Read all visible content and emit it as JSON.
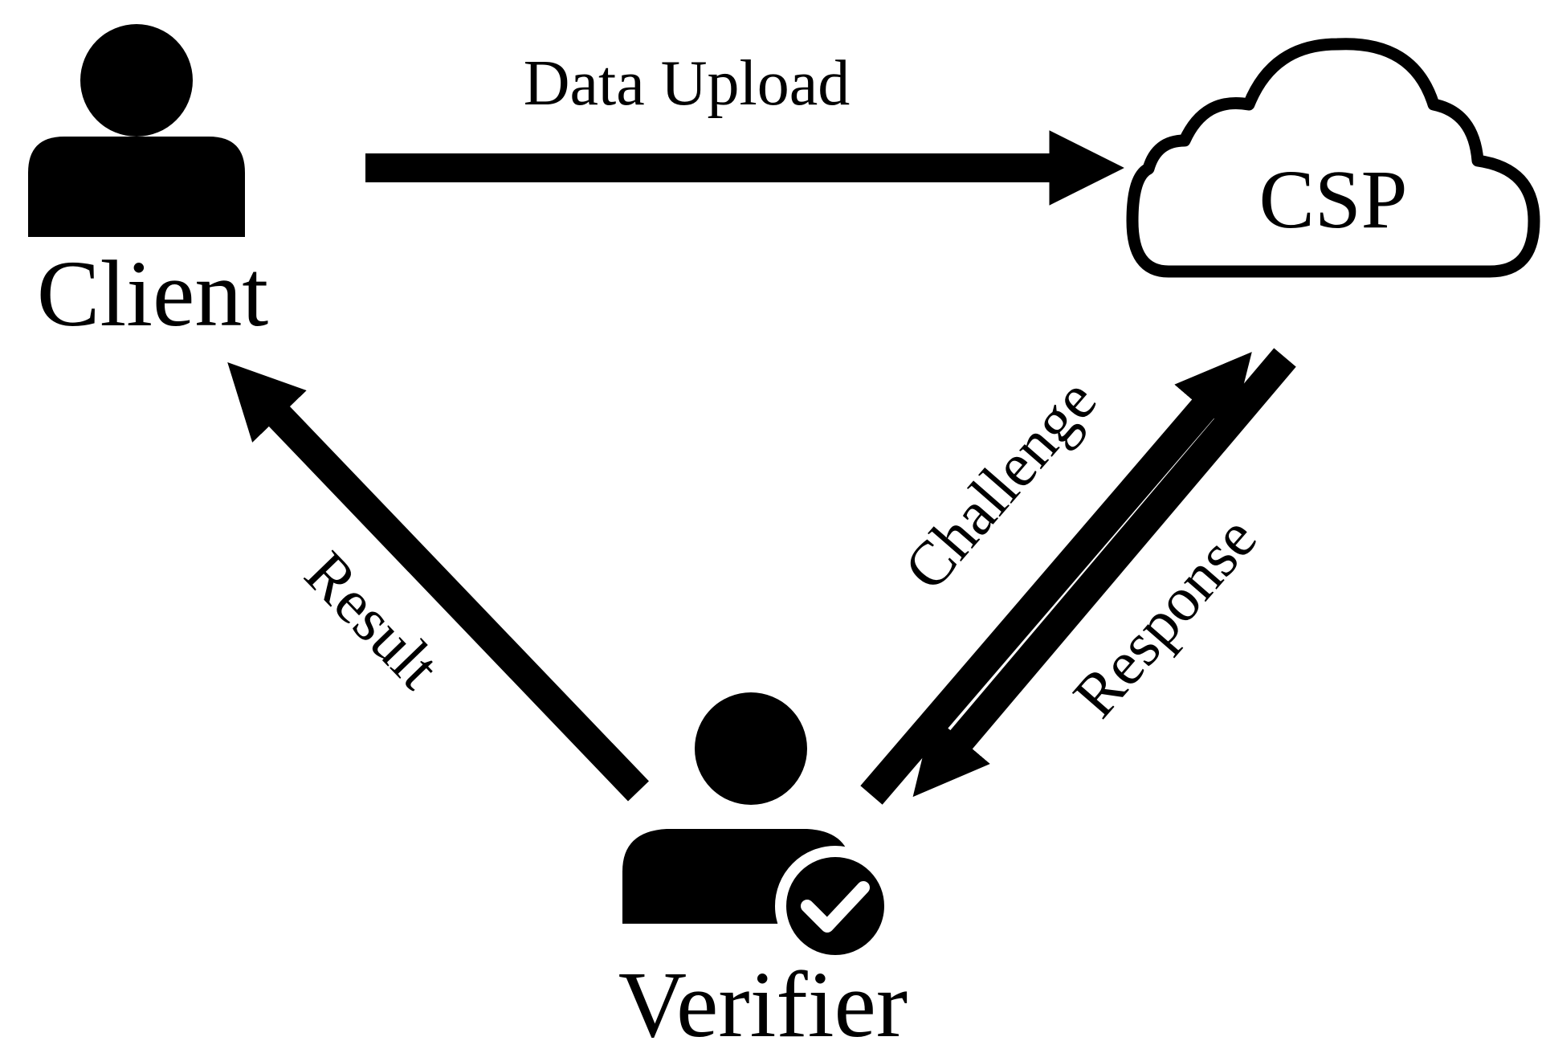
{
  "nodes": {
    "client": {
      "label": "Client",
      "icon": "person-icon"
    },
    "csp": {
      "label": "CSP",
      "icon": "cloud-icon"
    },
    "verifier": {
      "label": "Verifier",
      "icon": "person-check-icon"
    }
  },
  "edges": {
    "data_upload": {
      "label": "Data Upload",
      "from": "Client",
      "to": "CSP"
    },
    "challenge": {
      "label": "Challenge",
      "from": "Verifier",
      "to": "CSP"
    },
    "response": {
      "label": "Response",
      "from": "CSP",
      "to": "Verifier"
    },
    "result": {
      "label": "Result",
      "from": "Verifier",
      "to": "Client"
    }
  },
  "colors": {
    "ink": "#000000",
    "background": "#ffffff"
  }
}
